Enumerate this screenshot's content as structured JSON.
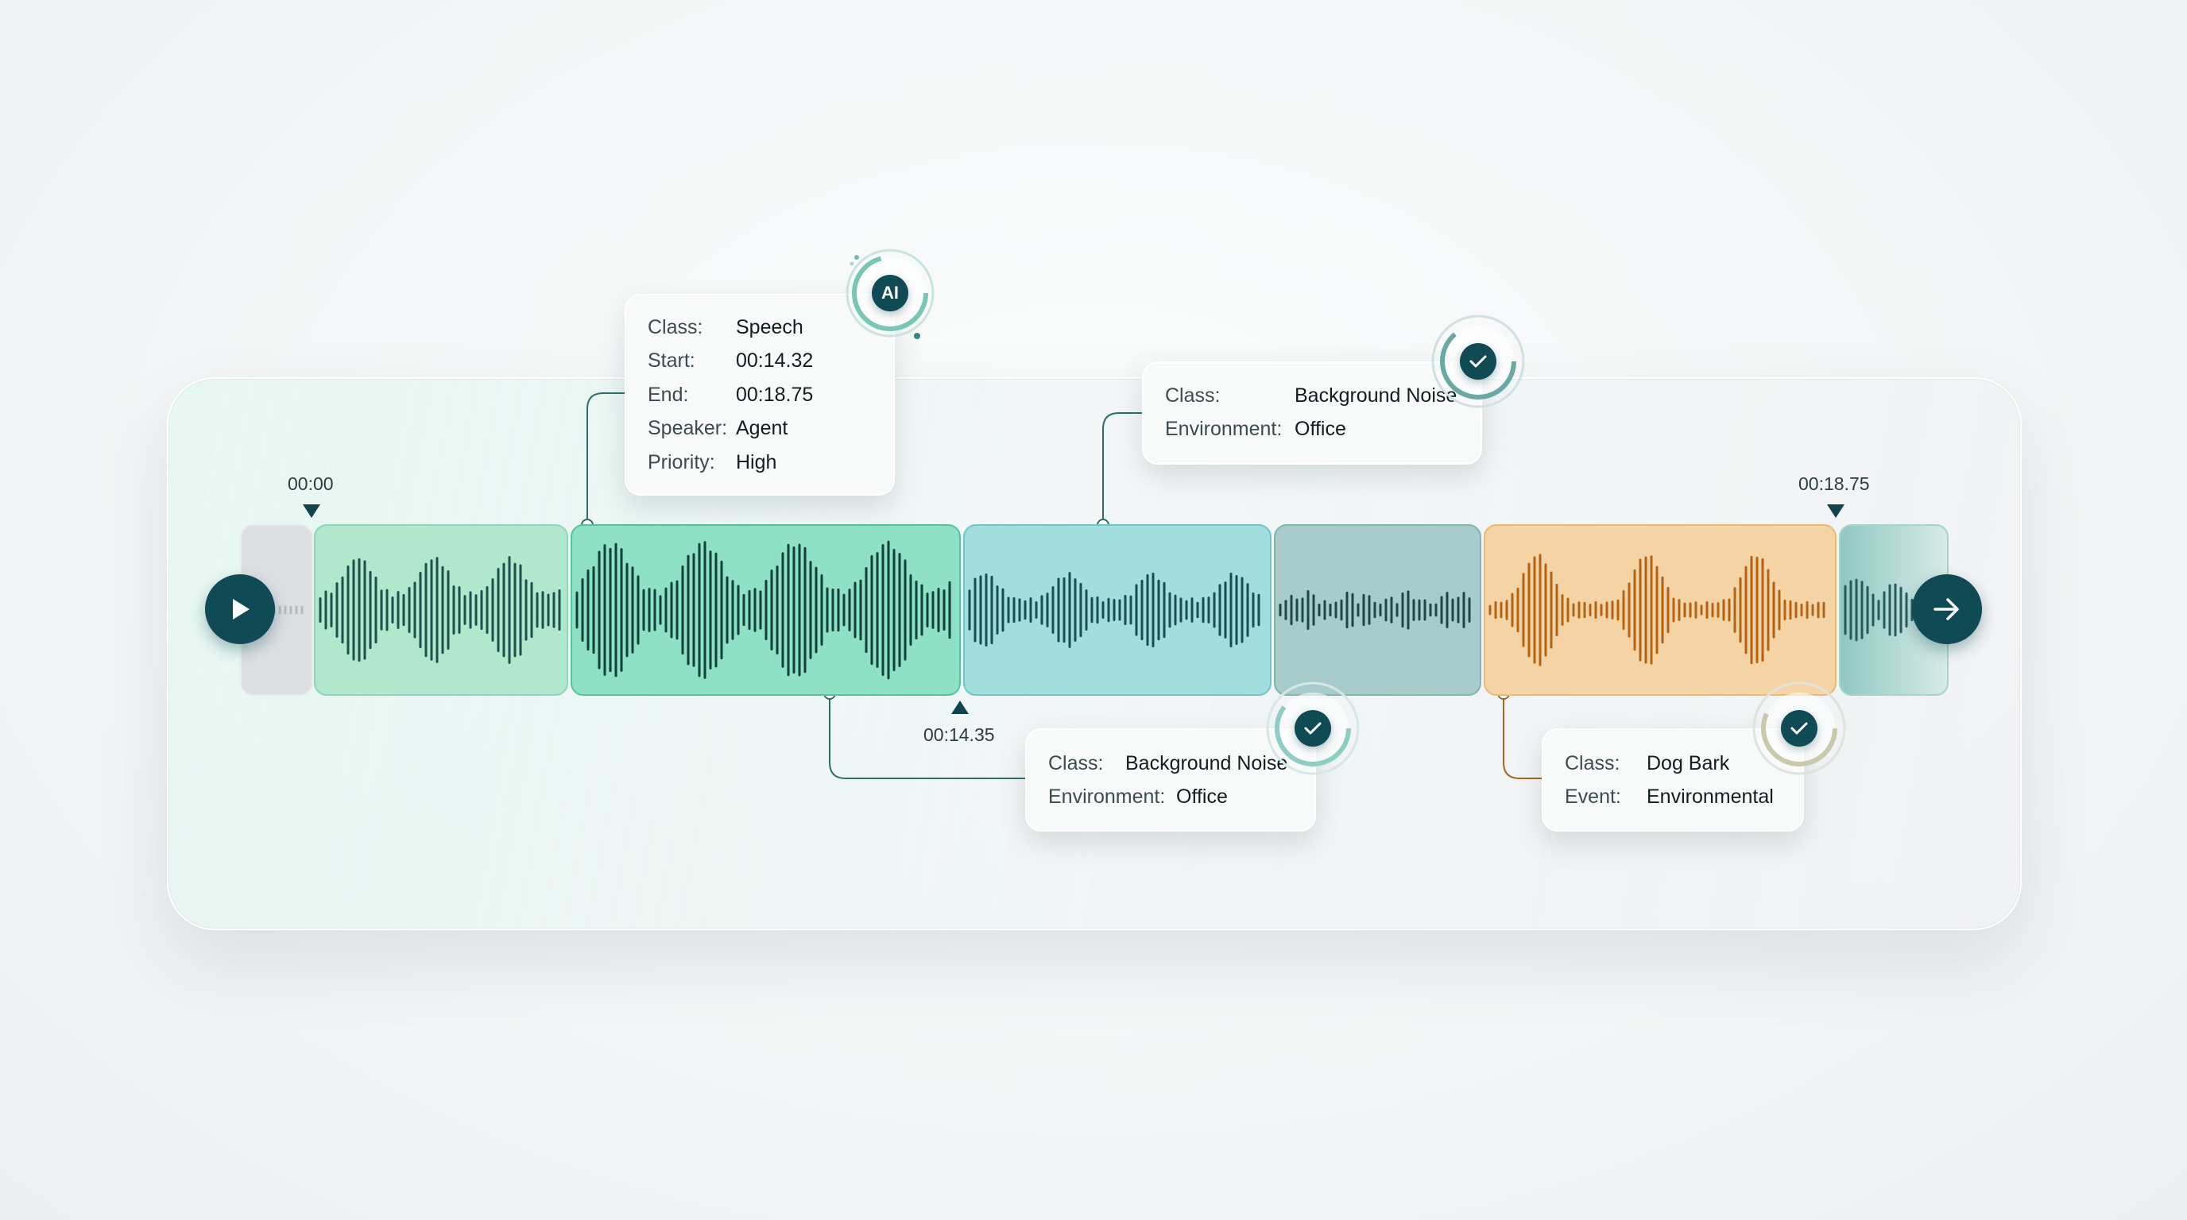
{
  "timeline": {
    "start_time": "00:00",
    "end_time": "00:18.75",
    "cursor_time": "00:14.35"
  },
  "segments": [
    {
      "color": "#dcdfe2",
      "wave": "#b5bcc0",
      "state": "idle"
    },
    {
      "color": "#b0e7cd",
      "wave": "#17524c",
      "state": "speech"
    },
    {
      "color": "#8ee1c4",
      "wave": "#0f3f3a",
      "state": "speech-selected"
    },
    {
      "color": "#a2dede",
      "wave": "#174e52",
      "state": "noise"
    },
    {
      "color": "#a7ccca",
      "wave": "#1c4748",
      "state": "noise"
    },
    {
      "color": "#f4d4a4",
      "wave": "#b26414",
      "state": "dog-bark"
    },
    {
      "color": "#8fc9c0",
      "wave": "#255c58",
      "state": "partial"
    }
  ],
  "cards": {
    "speech": {
      "badge": "AI",
      "rows": [
        {
          "key": "Class:",
          "value": "Speech"
        },
        {
          "key": "Start:",
          "value": "00:14.32"
        },
        {
          "key": "End:",
          "value": "00:18.75"
        },
        {
          "key": "Speaker:",
          "value": "Agent"
        },
        {
          "key": "Priority:",
          "value": "High"
        }
      ]
    },
    "noise_top": {
      "rows": [
        {
          "key": "Class:",
          "value": "Background Noise"
        },
        {
          "key": "Environment:",
          "value": "Office"
        }
      ]
    },
    "noise_bottom": {
      "rows": [
        {
          "key": "Class:",
          "value": "Background Noise"
        },
        {
          "key": "Environment:",
          "value": "Office"
        }
      ]
    },
    "dog": {
      "rows": [
        {
          "key": "Class:",
          "value": "Dog Bark"
        },
        {
          "key": "Event:",
          "value": "Environmental"
        }
      ]
    }
  },
  "icons": {
    "play": "play-icon",
    "next": "arrow-right-icon",
    "verified": "check-icon"
  },
  "colors": {
    "accent": "#0f4a55",
    "speech": "#8ee1c4",
    "noise": "#a2dede",
    "event": "#f4d4a4"
  }
}
